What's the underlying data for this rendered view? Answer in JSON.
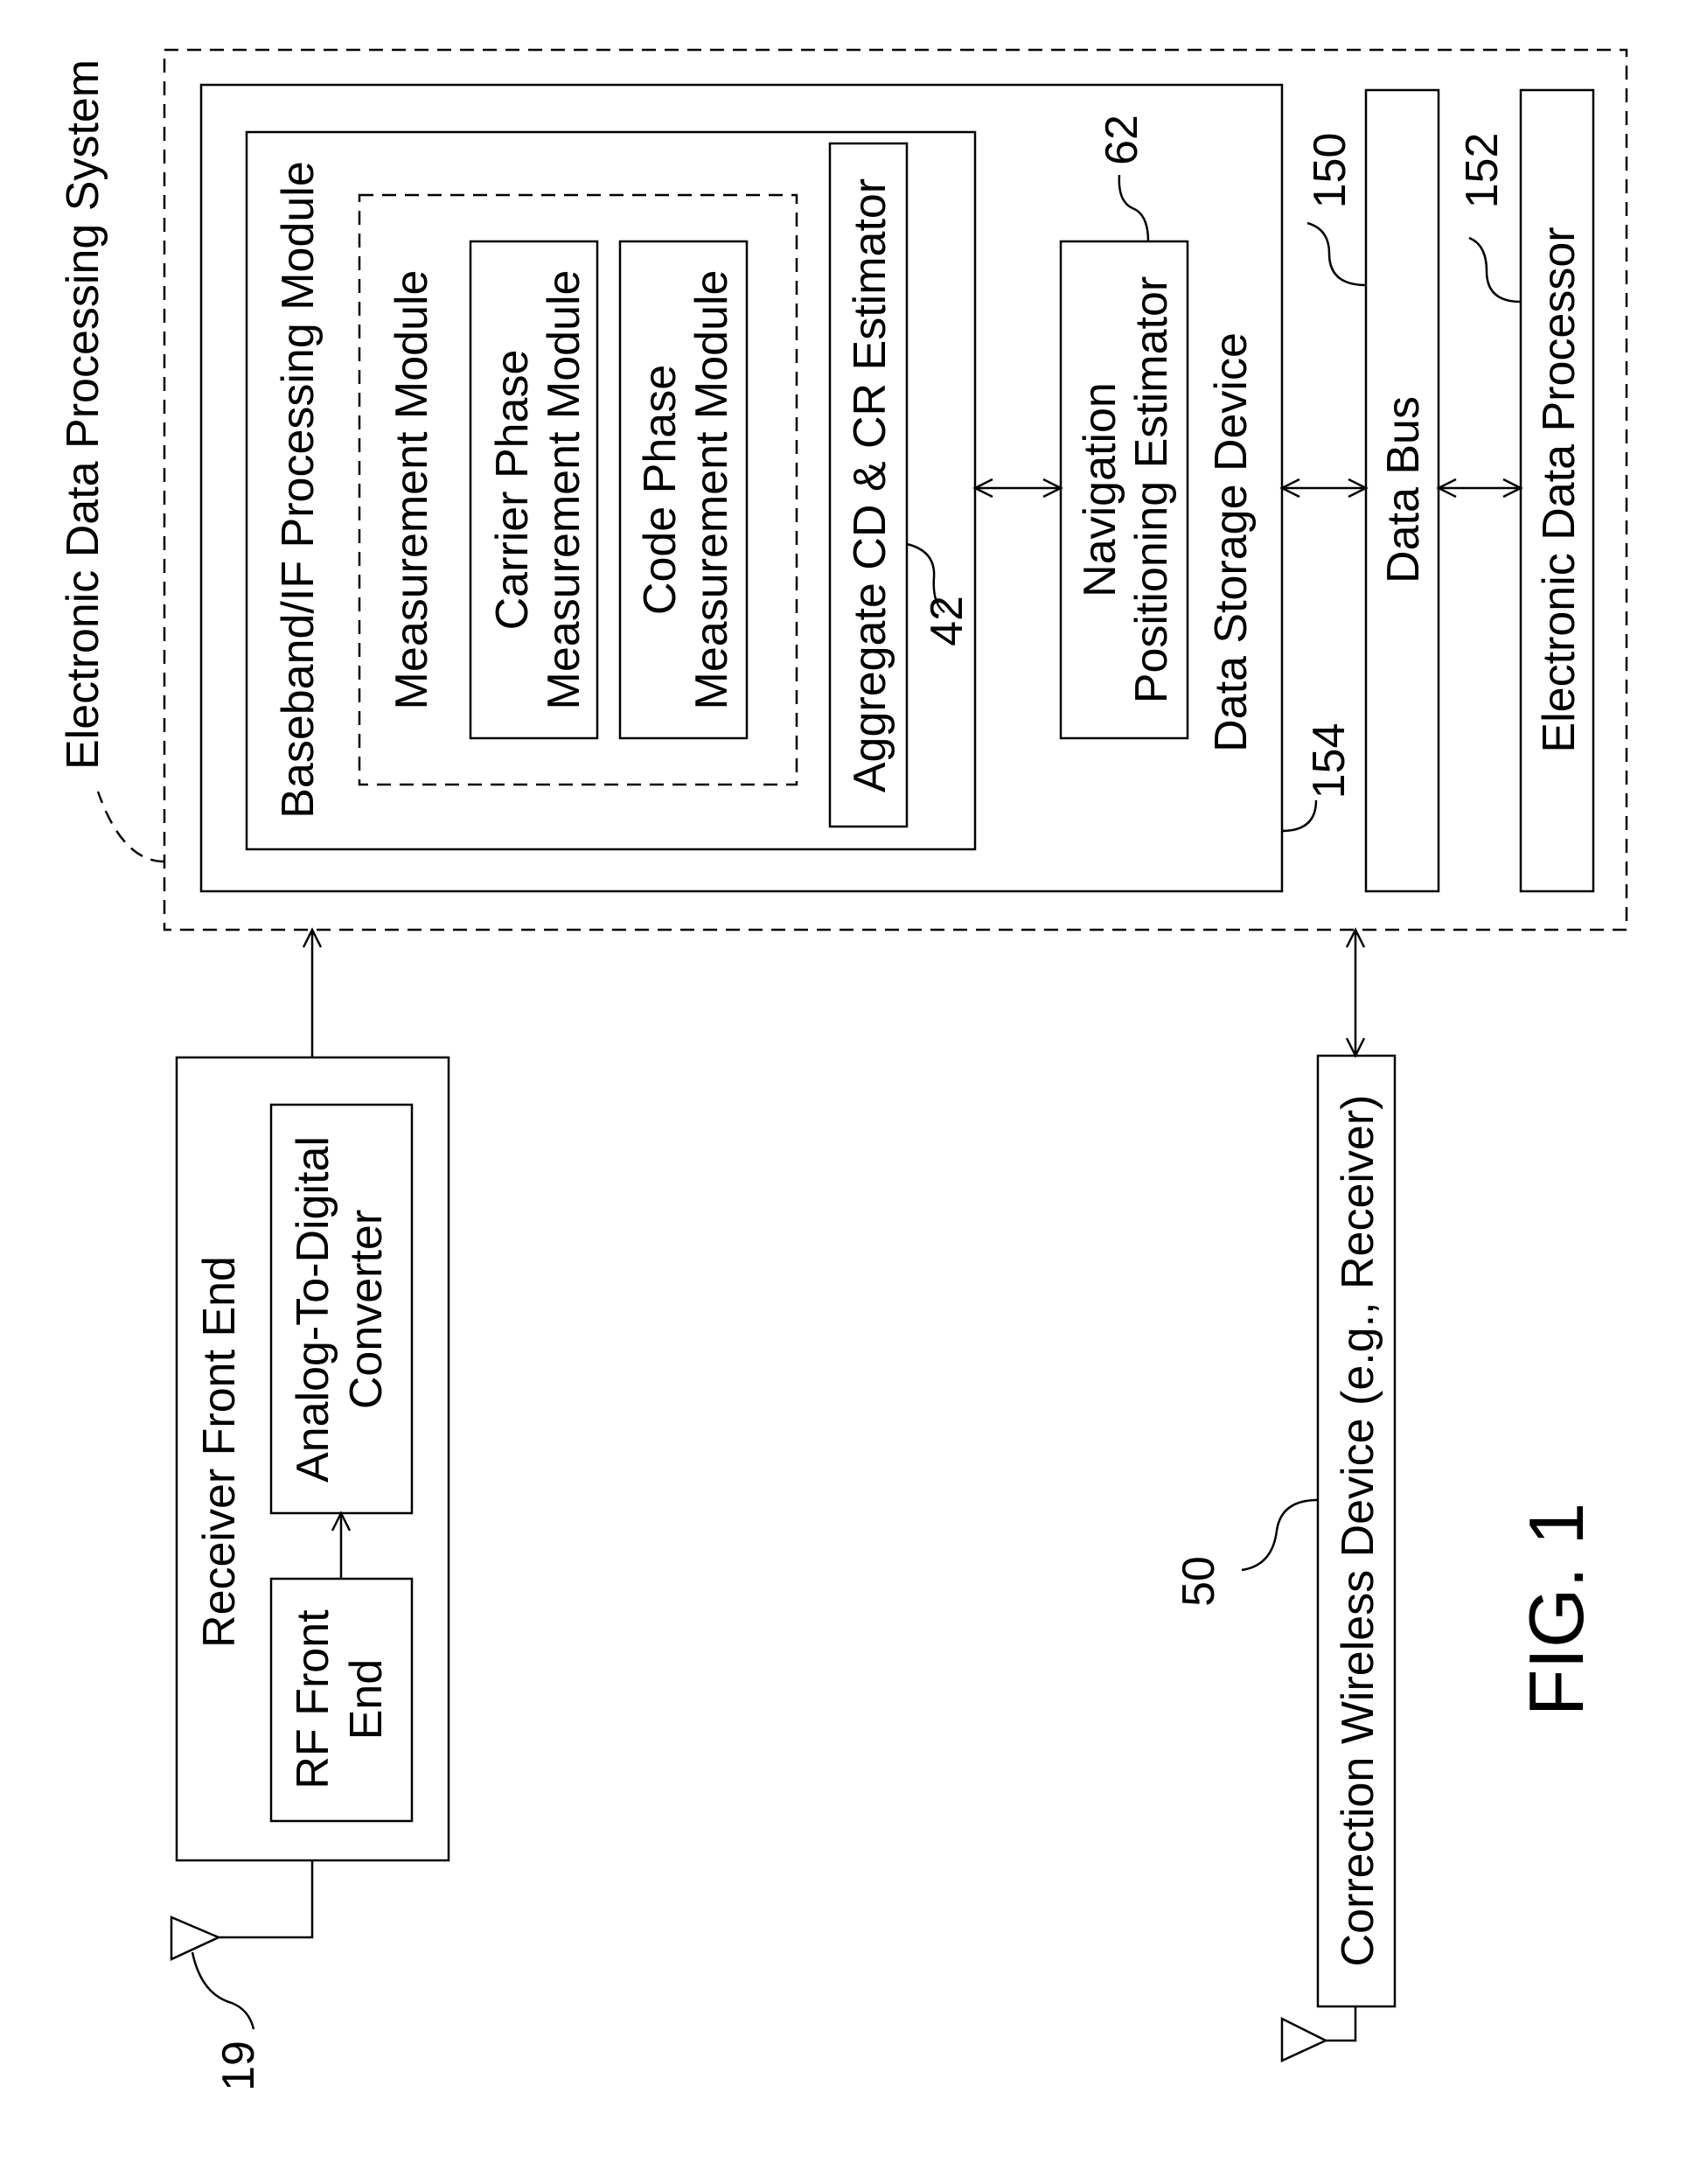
{
  "diagram": {
    "electronic_data_processing_system": "Electronic Data Processing System",
    "data_storage_device": "Data Storage Device",
    "baseband_module": "Baseband/IF Processing Module",
    "measurement_module": "Measurement Module",
    "carrier_phase_line1": "Carrier Phase",
    "carrier_phase_line2": "Measurement Module",
    "code_phase_line1": "Code Phase",
    "code_phase_line2": "Measurement Module",
    "aggregate_estimator": "Aggregate CD & CR Estimator",
    "navigation_line1": "Navigation",
    "navigation_line2": "Positioning Estimator",
    "data_bus": "Data Bus",
    "electronic_data_processor": "Electronic Data Processor",
    "receiver_front_end": "Receiver Front End",
    "rf_front_end_line1": "RF Front",
    "rf_front_end_line2": "End",
    "adc_line1": "Analog-To-Digital",
    "adc_line2": "Converter",
    "correction_wireless_device": "Correction Wireless Device (e.g., Receiver)",
    "figure_label": "FIG. 1"
  },
  "refs": {
    "r19": "19",
    "r42": "42",
    "r50": "50",
    "r62": "62",
    "r150": "150",
    "r152": "152",
    "r154": "154"
  }
}
